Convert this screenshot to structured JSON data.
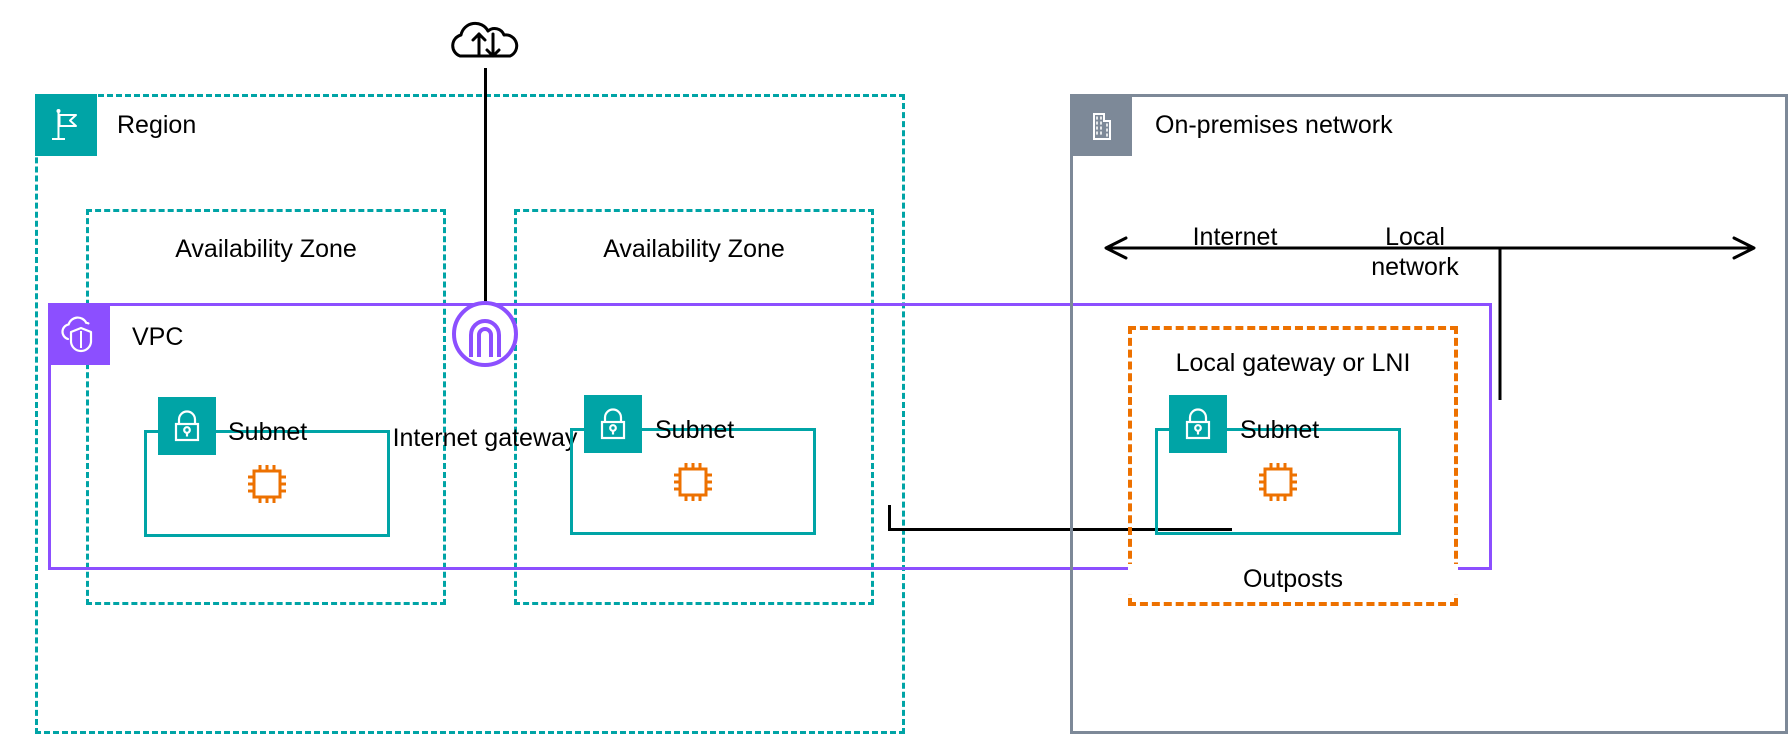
{
  "diagram": {
    "title": "AWS Outposts VPC connectivity architecture",
    "colors": {
      "teal": "#00a4a6",
      "purple": "#8c4fff",
      "orange": "#ed7100",
      "gray": "#7d8998",
      "black": "#000000"
    }
  },
  "region": {
    "label": "Region",
    "icon": "region-flag-icon"
  },
  "availability_zones": [
    {
      "label": "Availability Zone",
      "icon": "none"
    },
    {
      "label": "Availability Zone",
      "icon": "none"
    }
  ],
  "vpc": {
    "label": "VPC",
    "icon": "vpc-cloud-icon"
  },
  "internet": {
    "icon": "internet-cloud-arrows-icon"
  },
  "internet_gateway": {
    "label": "Internet gateway",
    "icon": "internet-gateway-icon"
  },
  "subnets": [
    {
      "label": "Subnet",
      "icon": "subnet-lock-icon",
      "instance_icon": "ec2-instance-icon"
    },
    {
      "label": "Subnet",
      "icon": "subnet-lock-icon",
      "instance_icon": "ec2-instance-icon"
    },
    {
      "label": "Subnet",
      "icon": "subnet-lock-icon",
      "instance_icon": "ec2-instance-icon"
    }
  ],
  "on_premises": {
    "label": "On-premises network",
    "icon": "corporate-building-icon"
  },
  "traffic_arrow": {
    "left_label": "Internet",
    "right_label_line1": "Local",
    "right_label_line2": "network"
  },
  "local_gateway": {
    "label": "Local gateway or LNI"
  },
  "outposts": {
    "label": "Outposts"
  }
}
